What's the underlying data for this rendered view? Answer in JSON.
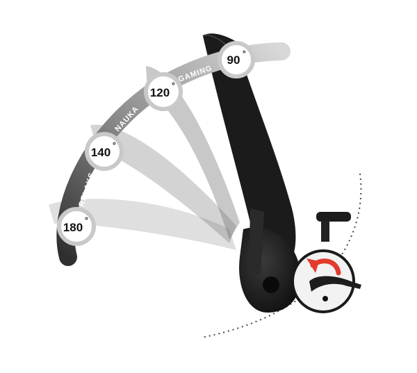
{
  "angles": [
    {
      "value": "90",
      "unit": "°"
    },
    {
      "value": "120",
      "unit": "°"
    },
    {
      "value": "140",
      "unit": "°"
    },
    {
      "value": "180",
      "unit": "°"
    }
  ],
  "modes": [
    "GAMING",
    "NAUKA",
    "RELAKS"
  ],
  "colors": {
    "arc": "#5a5a5a",
    "badge_ring": "#c9c9c9",
    "chair": "#1b1b1b",
    "ghost": "#9a9a9a",
    "lever_arrow": "#e23b2e"
  },
  "icons": [
    "recline-lever-icon",
    "rotation-arrow-icon"
  ]
}
